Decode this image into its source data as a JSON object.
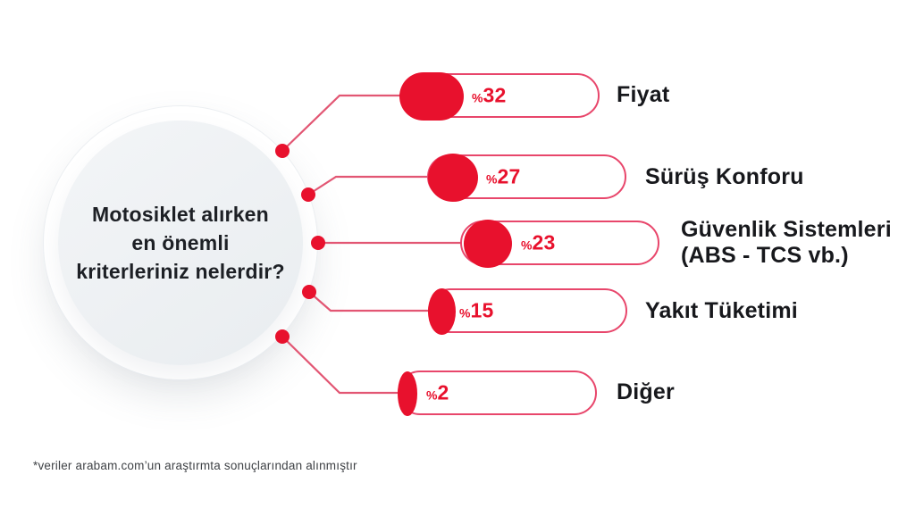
{
  "question_circle": {
    "line1": "Motosiklet alırken",
    "line2": "en önemli",
    "line3": "kriterleriniz nelerdir?"
  },
  "chart_data": {
    "type": "bar",
    "orientation": "horizontal",
    "title": "Motosiklet alırken en önemli kriterleriniz nelerdir?",
    "unit": "%",
    "value_prefix": "%",
    "value_range": [
      0,
      100
    ],
    "categories": [
      "Fiyat",
      "Sürüş Konforu",
      "Güvenlik Sistemleri (ABS - TCS vb.)",
      "Yakıt Tüketimi",
      "Diğer"
    ],
    "values": [
      32,
      27,
      23,
      15,
      2
    ],
    "rows": [
      {
        "pct_sign": "%",
        "value": "32",
        "label": "Fiyat"
      },
      {
        "pct_sign": "%",
        "value": "27",
        "label": "Sürüş Konforu"
      },
      {
        "pct_sign": "%",
        "value": "23",
        "label": "Güvenlik Sistemleri\n(ABS - TCS vb.)"
      },
      {
        "pct_sign": "%",
        "value": "15",
        "label": "Yakıt Tüketimi"
      },
      {
        "pct_sign": "%",
        "value": "2",
        "label": "Diğer"
      }
    ]
  },
  "footnote": "*veriler arabam.com’un araştırmta sonuçlarından alınmıştır",
  "colors": {
    "accent_red": "#e8112d",
    "pill_outline": "#e8466b",
    "connector": "#e25673",
    "circle_fill": "#eef1f2",
    "text_dark": "#17181c",
    "footnote_gray": "#3f4246"
  }
}
